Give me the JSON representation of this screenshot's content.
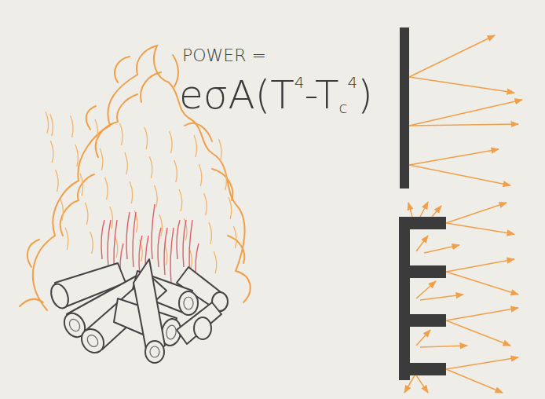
{
  "diagram": {
    "labels": [
      "POWER =",
      "eσA(T",
      "4",
      "-T",
      "c",
      "4",
      ")"
    ]
  }
}
